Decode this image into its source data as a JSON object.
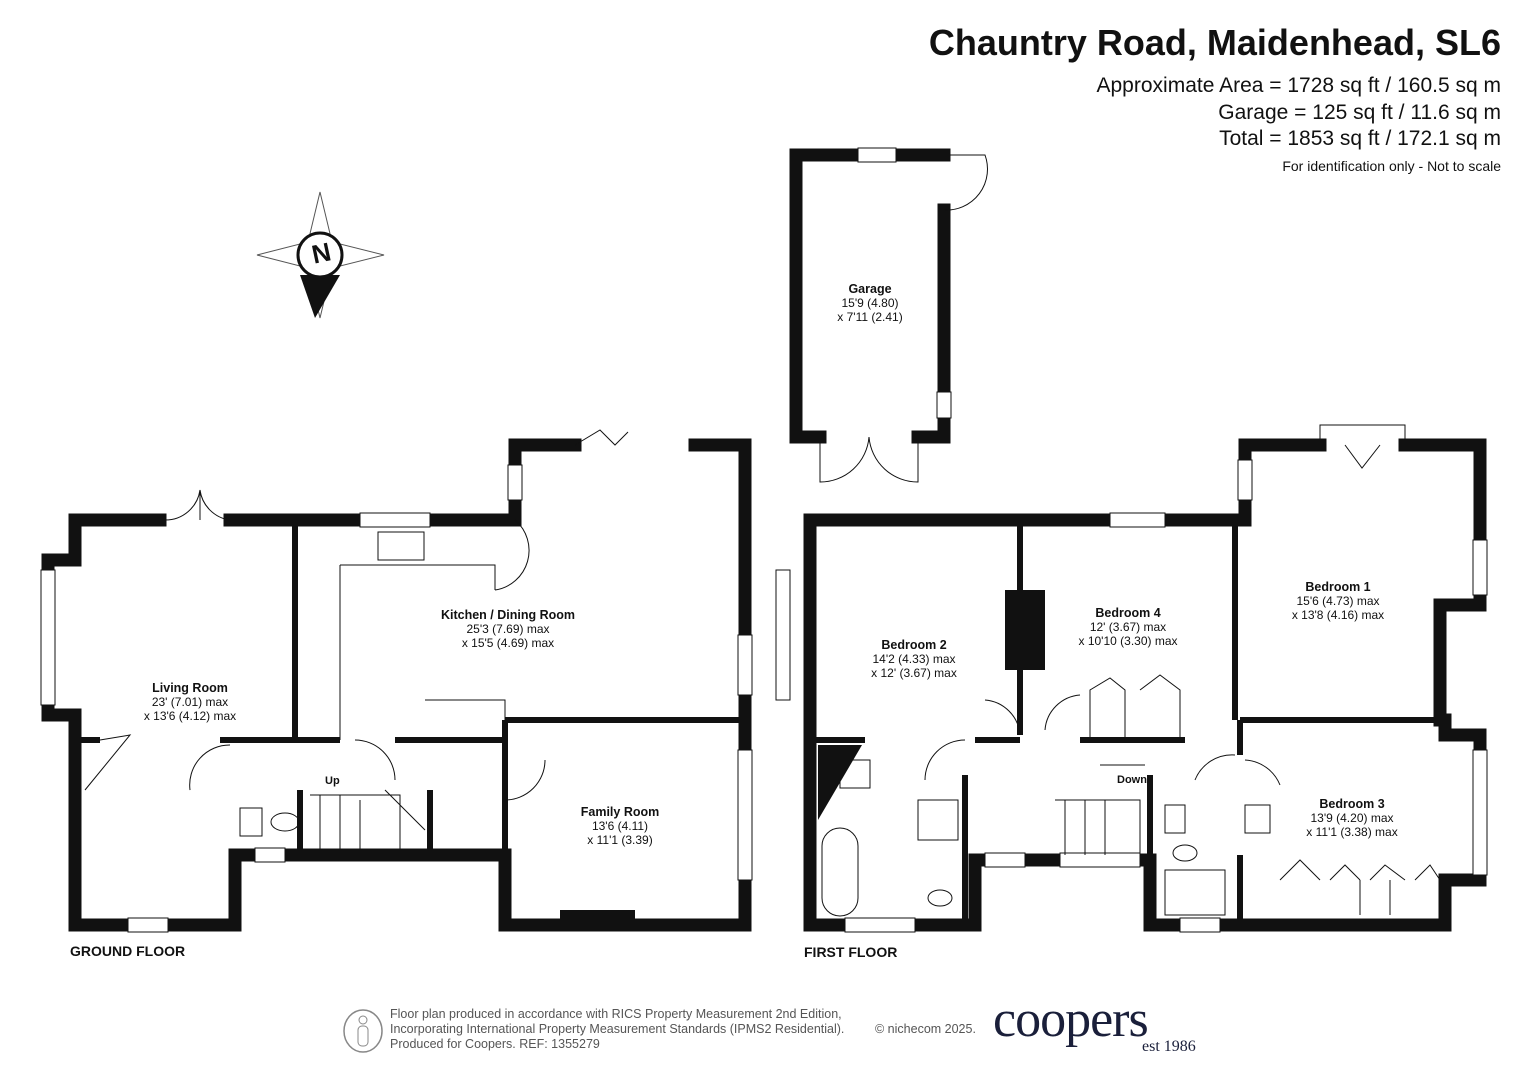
{
  "header": {
    "title": "Chauntry Road, Maidenhead, SL6",
    "approx_area": "Approximate Area = 1728 sq ft / 160.5 sq m",
    "garage_area": "Garage = 125 sq ft / 11.6 sq m",
    "total_area": "Total = 1853 sq ft / 172.1 sq m",
    "note": "For identification only - Not to scale"
  },
  "compass": {
    "label": "N"
  },
  "garage": {
    "name": "Garage",
    "dim1": "15'9 (4.80)",
    "dim2": "x 7'11 (2.41)"
  },
  "ground_floor": {
    "label": "GROUND FLOOR",
    "stairs_label": "Up",
    "rooms": [
      {
        "name": "Living Room",
        "dim1": "23' (7.01) max",
        "dim2": "x 13'6 (4.12)  max"
      },
      {
        "name": "Kitchen / Dining Room",
        "dim1": "25'3 (7.69) max",
        "dim2": "x 15'5 (4.69)  max"
      },
      {
        "name": "Family Room",
        "dim1": "13'6 (4.11)",
        "dim2": "x 11'1 (3.39)"
      }
    ]
  },
  "first_floor": {
    "label": "FIRST FLOOR",
    "stairs_label": "Down",
    "rooms": [
      {
        "name": "Bedroom 2",
        "dim1": "14'2 (4.33) max",
        "dim2": "x 12' (3.67)  max"
      },
      {
        "name": "Bedroom 4",
        "dim1": "12' (3.67) max",
        "dim2": "x 10'10 (3.30) max"
      },
      {
        "name": "Bedroom 1",
        "dim1": "15'6 (4.73) max",
        "dim2": "x 13'8 (4.16) max"
      },
      {
        "name": "Bedroom 3",
        "dim1": "13'9 (4.20) max",
        "dim2": "x 11'1 (3.38) max"
      }
    ]
  },
  "footer": {
    "line1": "Floor plan produced in accordance with RICS Property Measurement 2nd Edition,",
    "line2": "Incorporating International Property Measurement Standards (IPMS2 Residential).",
    "line3": "Produced for Coopers.   REF: 1355279",
    "copyright": "© nichecom 2025.",
    "logo": "coopers",
    "logo_tagline": "est 1986"
  }
}
